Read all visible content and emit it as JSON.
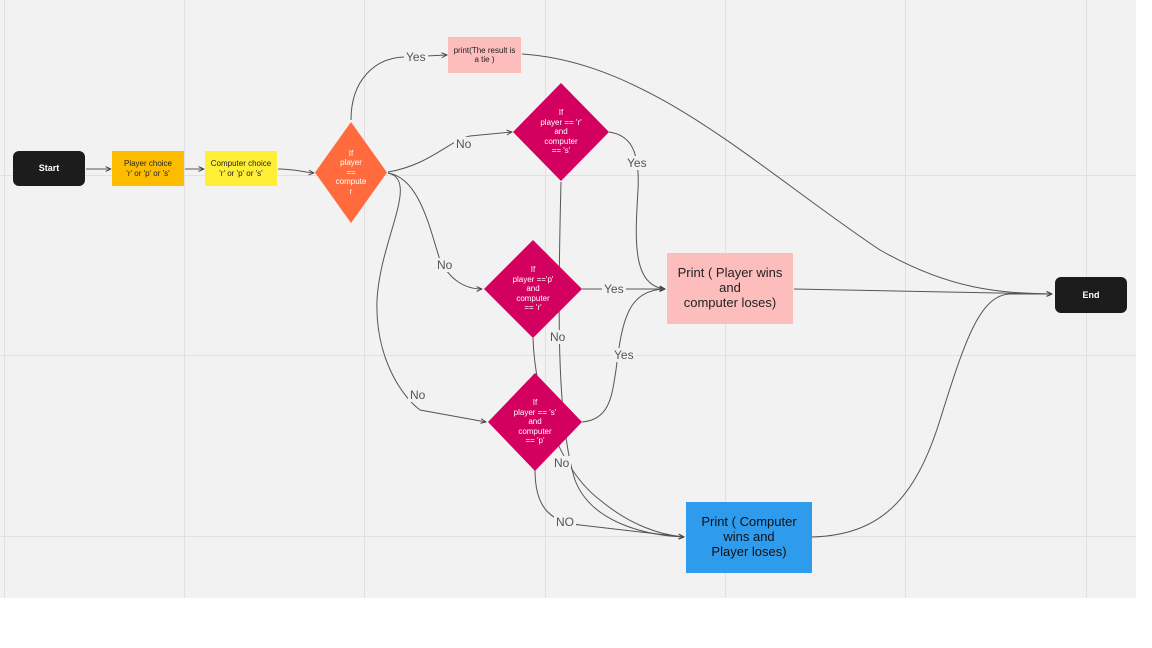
{
  "nodes": {
    "start": "Start",
    "player_choice": "Player choice\n'r' or 'p' or 's'",
    "computer_choice": "Computer choice\n'r' or 'p' or 's'",
    "tie_check": "If\nplayer\n==\ncompute\nr",
    "tie_print": "print(The result is\na tie )",
    "check_r_s": "If\nplayer == 'r'\nand\ncomputer\n== 's'",
    "check_p_r": "If\nplayer =='p'\nand\ncomputer\n== 'r'",
    "check_s_p": "If\nplayer == 's'\nand\ncomputer\n== 'p'",
    "player_wins": "Print ( Player wins\nand\ncomputer loses)",
    "computer_wins": "Print ( Computer\nwins and\nPlayer loses)",
    "end": "End"
  },
  "edge_labels": {
    "tie_yes": "Yes",
    "tie_no_to_rs": "No",
    "tie_no_to_pr": "No",
    "tie_no_to_sp": "No",
    "rs_yes": "Yes",
    "rs_no": "No",
    "pr_yes": "Yes",
    "pr_no": "No",
    "sp_yes": "Yes",
    "sp_no": "NO"
  },
  "colors": {
    "terminal": "#1c1c1c",
    "player_choice": "#fdbc00",
    "computer_choice": "#ffee36",
    "tie_decision": "#ff6b3d",
    "decision": "#d4005f",
    "tie_print": "#fdbdbd",
    "player_wins": "#fdbdbd",
    "computer_wins": "#2f9bec",
    "board": "#f2f2f2"
  }
}
